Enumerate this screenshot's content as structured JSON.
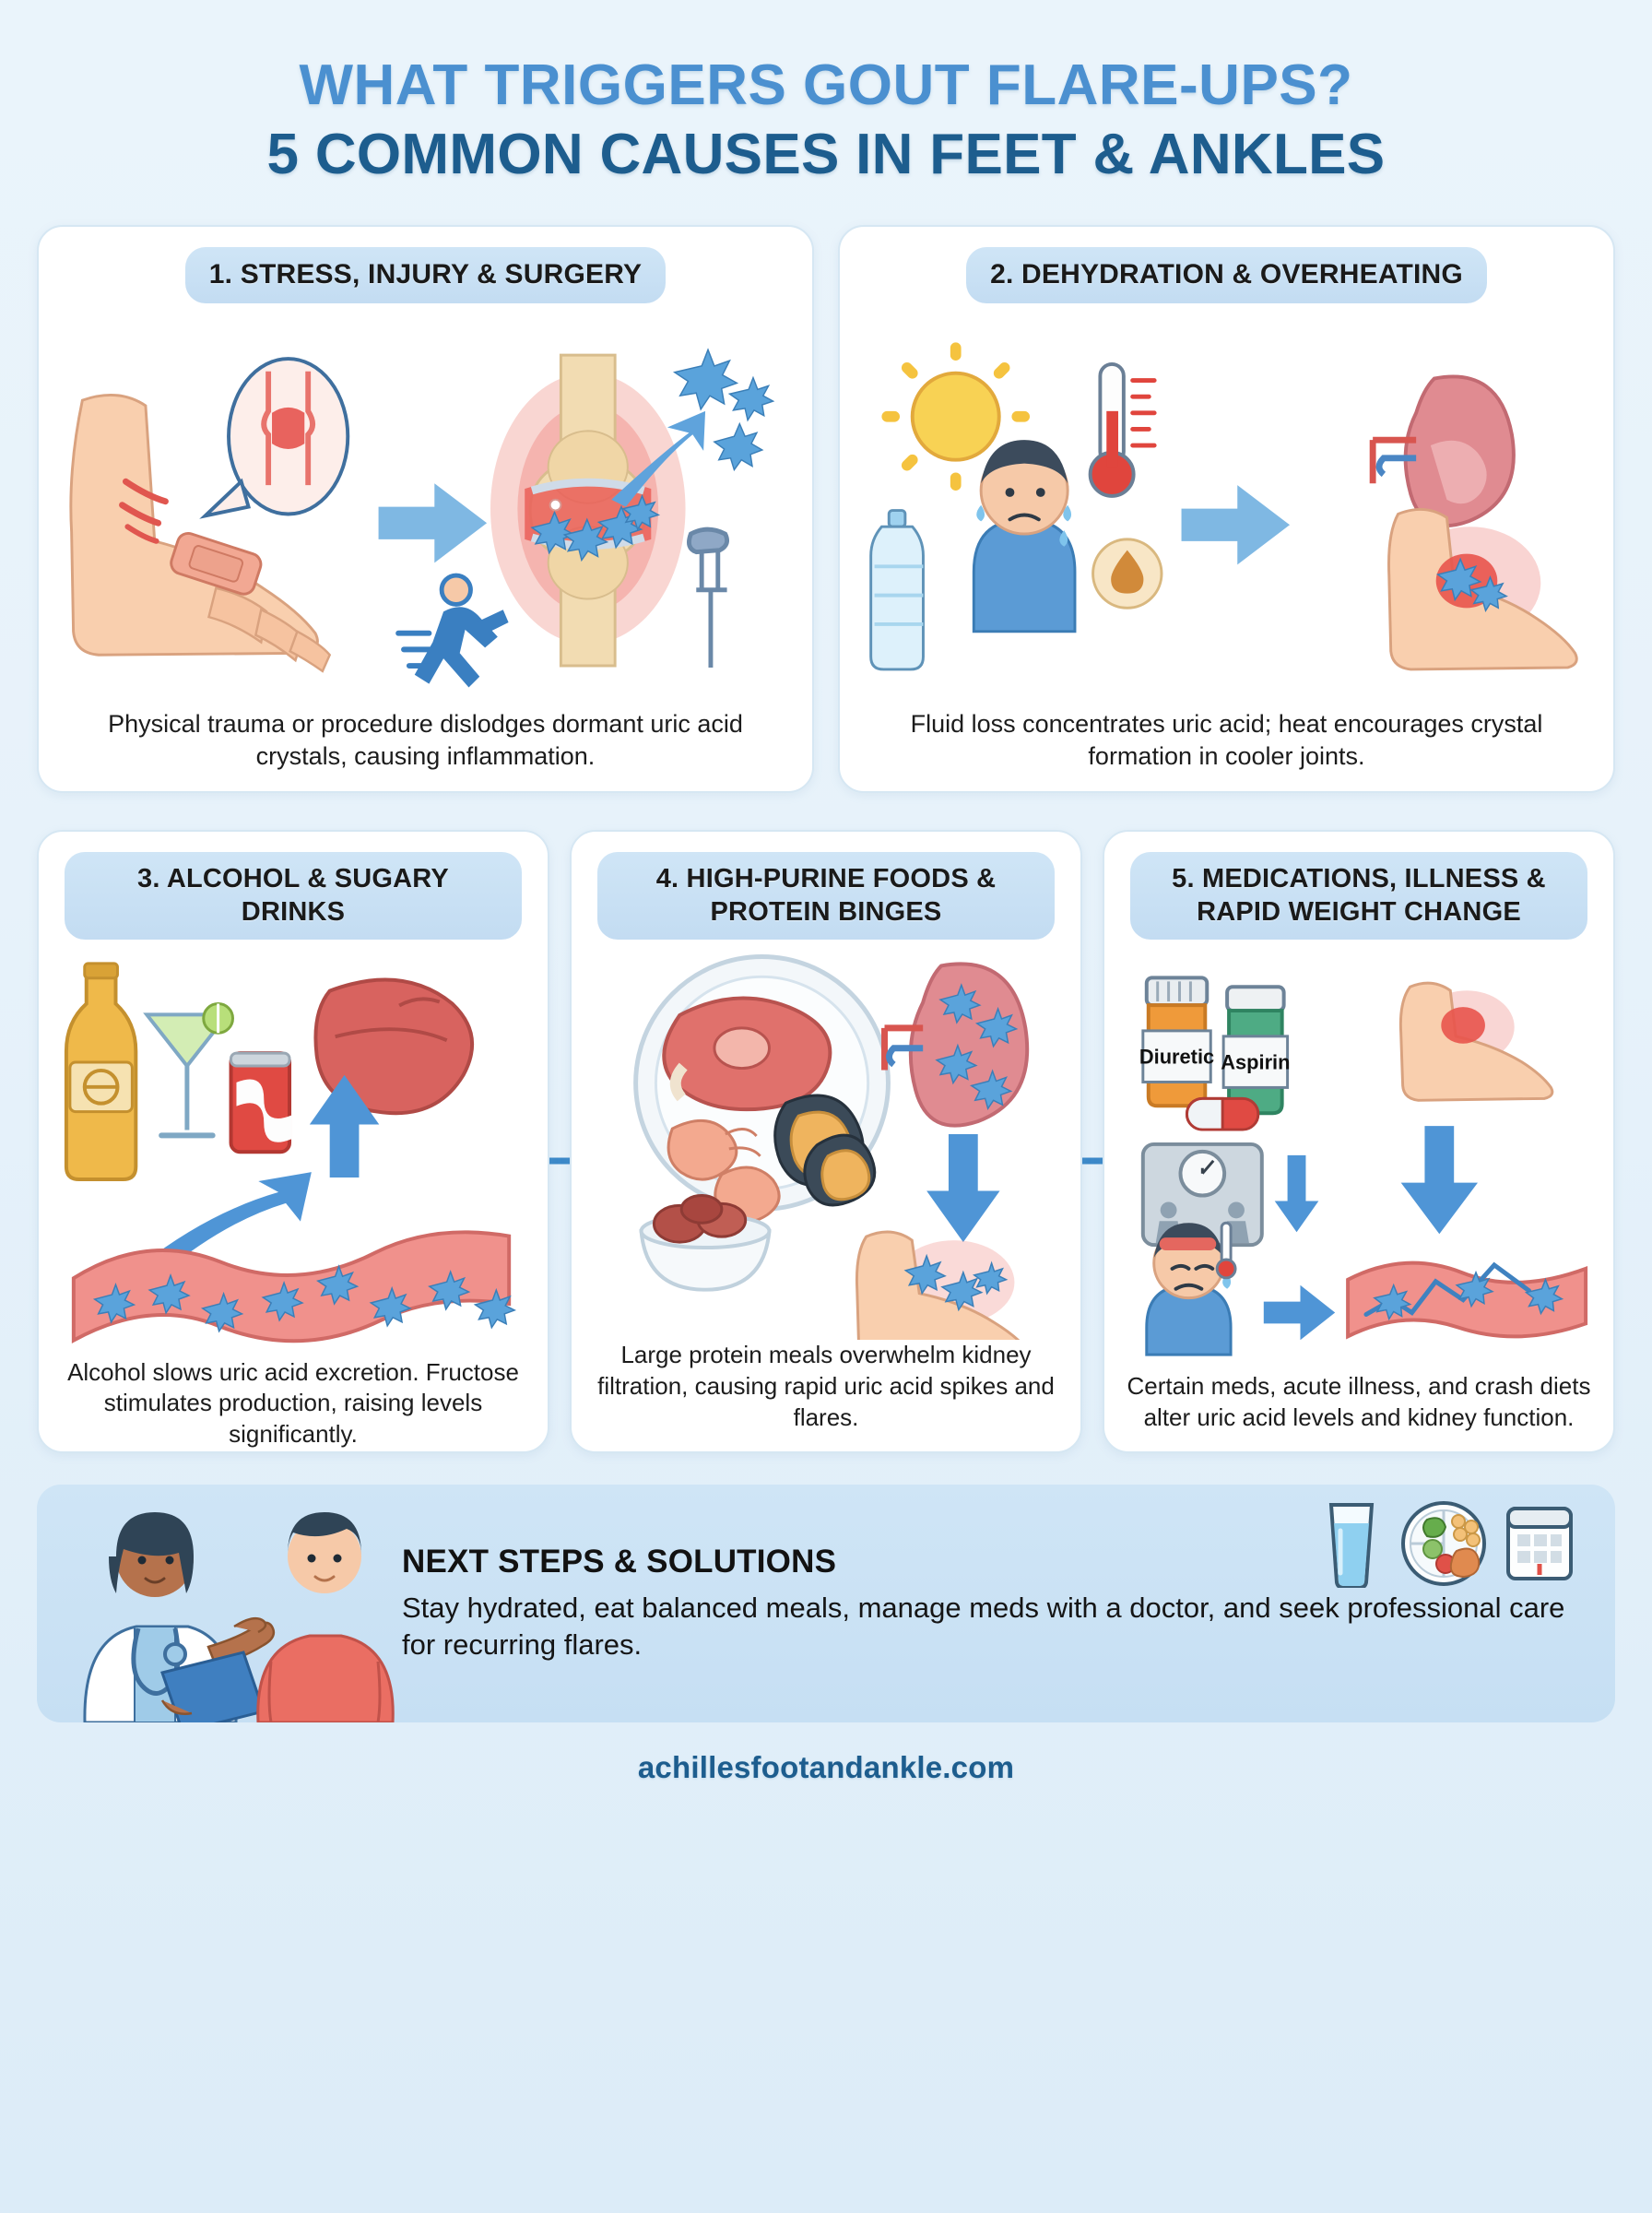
{
  "header": {
    "title_line1": "WHAT TRIGGERS GOUT FLARE-UPS?",
    "title_line2": "5 COMMON CAUSES IN FEET & ANKLES",
    "title_color_line1": "#4b90d0",
    "title_color_line2": "#1d5d8e"
  },
  "cards": [
    {
      "id": "stress-injury-surgery",
      "badge": "1. STRESS, INJURY & SURGERY",
      "text": "Physical trauma or procedure dislodges dormant uric acid crystals, causing inflammation.",
      "art_elements": [
        "injured-foot-icon",
        "bandage-icon",
        "joint-magnifier-icon",
        "arrow-right-icon",
        "inflamed-joint-icon",
        "urate-crystal-icon",
        "runner-icon",
        "crutch-icon"
      ]
    },
    {
      "id": "dehydration-overheating",
      "badge": "2. DEHYDRATION & OVERHEATING",
      "text": "Fluid loss concentrates uric acid; heat encourages crystal formation in cooler joints.",
      "art_elements": [
        "sun-icon",
        "thermometer-icon",
        "sweating-person-icon",
        "water-bottle-icon",
        "droplet-icon",
        "arrow-right-icon",
        "kidney-icon",
        "inflamed-foot-icon"
      ]
    },
    {
      "id": "alcohol-sugary-drinks",
      "badge": "3. ALCOHOL & SUGARY DRINKS",
      "text": "Alcohol slows uric acid excretion. Fructose stimulates production, raising levels significantly.",
      "art_elements": [
        "beer-bottle-icon",
        "cocktail-glass-icon",
        "soda-can-icon",
        "liver-icon",
        "arrow-up-icon",
        "blood-vessel-icon",
        "urate-crystal-icon"
      ]
    },
    {
      "id": "high-purine-foods",
      "badge": "4. HIGH-PURINE FOODS & PROTEIN BINGES",
      "text": "Large protein meals overwhelm kidney filtration, causing rapid uric acid spikes and flares.",
      "art_elements": [
        "meat-plate-icon",
        "shrimp-icon",
        "mussel-icon",
        "organ-meat-bowl-icon",
        "kidney-icon",
        "arrow-down-icon",
        "inflamed-foot-icon",
        "urate-crystal-icon"
      ]
    },
    {
      "id": "medications-illness-weight",
      "badge": "5. MEDICATIONS, ILLNESS & RAPID WEIGHT CHANGE",
      "text": "Certain meds, acute illness, and crash diets alter uric acid levels and kidney function.",
      "art_elements": [
        "pill-bottle-icon",
        "capsule-icon",
        "inflamed-foot-icon",
        "weight-scale-icon",
        "arrow-down-icon",
        "sick-person-icon",
        "blood-vessel-icon",
        "urate-crystal-icon"
      ],
      "labels": {
        "bottle_orange": "Diuretic",
        "bottle_green": "Aspirin"
      }
    }
  ],
  "next_steps": {
    "title": "NEXT STEPS & SOLUTIONS",
    "text": "Stay hydrated, eat balanced meals, manage meds with a doctor, and seek professional care for recurring flares.",
    "icons": [
      "water-glass-icon",
      "balanced-plate-icon",
      "calendar-icon"
    ],
    "people": [
      "doctor-figure",
      "patient-figure"
    ]
  },
  "footer": {
    "website": "achillesfootandankle.com"
  },
  "palette": {
    "background": "#eaf4fb",
    "card_background": "#ffffff",
    "badge_blue": "#cfe5f6",
    "accent_blue": "#4a90d9",
    "deep_blue": "#1d5d8e",
    "crystal_blue": "#5aa3db",
    "inflammation_red": "#e8635e",
    "skin_tone": "#f6c9a8",
    "bone_cream": "#f0dcb4"
  }
}
